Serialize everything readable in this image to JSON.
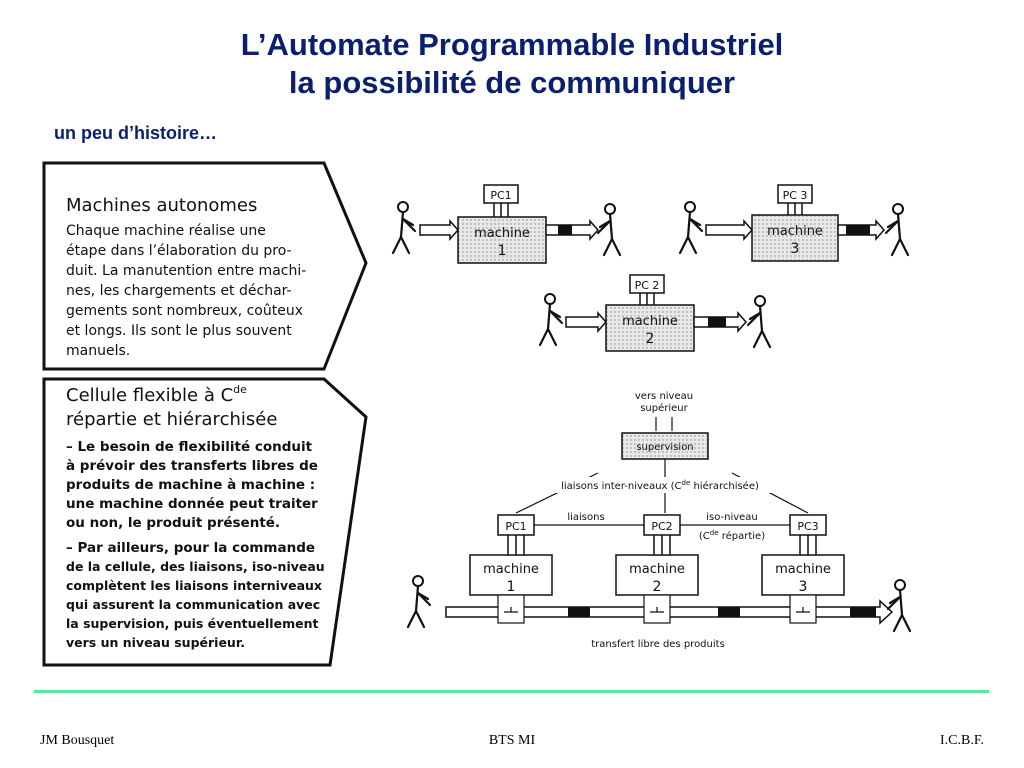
{
  "slide": {
    "title_line1": "L’Automate Programmable Industriel",
    "title_line2": "la possibilité de communiquer",
    "subtitle": "un peu d’histoire…"
  },
  "left_panel": {
    "box1": {
      "heading": "Machines autonomes",
      "lines": [
        "Chaque machine réalise une",
        "étape dans l’élaboration du pro-",
        "duit. La manutention entre machi-",
        "nes, les chargements et déchar-",
        "gements sont nombreux, coûteux",
        "et longs. Ils sont le plus souvent",
        "manuels."
      ]
    },
    "box2": {
      "heading_line1": "Cellule flexible à C",
      "heading_sup": "de",
      "heading_line2": "répartie et hiérarchisée",
      "lines": [
        "– Le besoin de flexibilité conduit",
        "à prévoir des transferts libres de",
        "produits de machine à machine :",
        "une machine donnée peut traiter",
        "ou non, le produit présenté.",
        "– Par ailleurs, pour la commande",
        "de la cellule, des liaisons, iso-niveau",
        "complètent les liaisons interniveaux",
        "qui assurent la communication avec",
        "la supervision, puis éventuellement",
        "vers un niveau supérieur."
      ]
    }
  },
  "top_diagram": {
    "pc1": "PC1",
    "pc2": "PC 2",
    "pc3": "PC 3",
    "machine_word": "machine",
    "m1": "1",
    "m2": "2",
    "m3": "3"
  },
  "bottom_diagram": {
    "upper_level_line1": "vers niveau",
    "upper_level_line2": "supérieur",
    "supervision": "supervision",
    "inter_levels_label": "liaisons inter-niveaux (C",
    "inter_levels_sup": "de",
    "inter_levels_end": " hiérarchisée)",
    "links_label": "liaisons",
    "iso_level_line1": "iso-niveau",
    "iso_level_line2_start": "(C",
    "iso_level_sup": "de",
    "iso_level_line2_end": " répartie)",
    "pc1": "PC1",
    "pc2": "PC2",
    "pc3": "PC3",
    "machine_word": "machine",
    "m1": "1",
    "m2": "2",
    "m3": "3",
    "transfer_label": "transfert libre des produits"
  },
  "footer": {
    "left": "JM Bousquet",
    "center": "BTS MI",
    "right": "I.C.B.F."
  },
  "colors": {
    "title": "#0a1f6e",
    "rule": "#5ce89a",
    "machine_fill": "#dcdcdc"
  }
}
